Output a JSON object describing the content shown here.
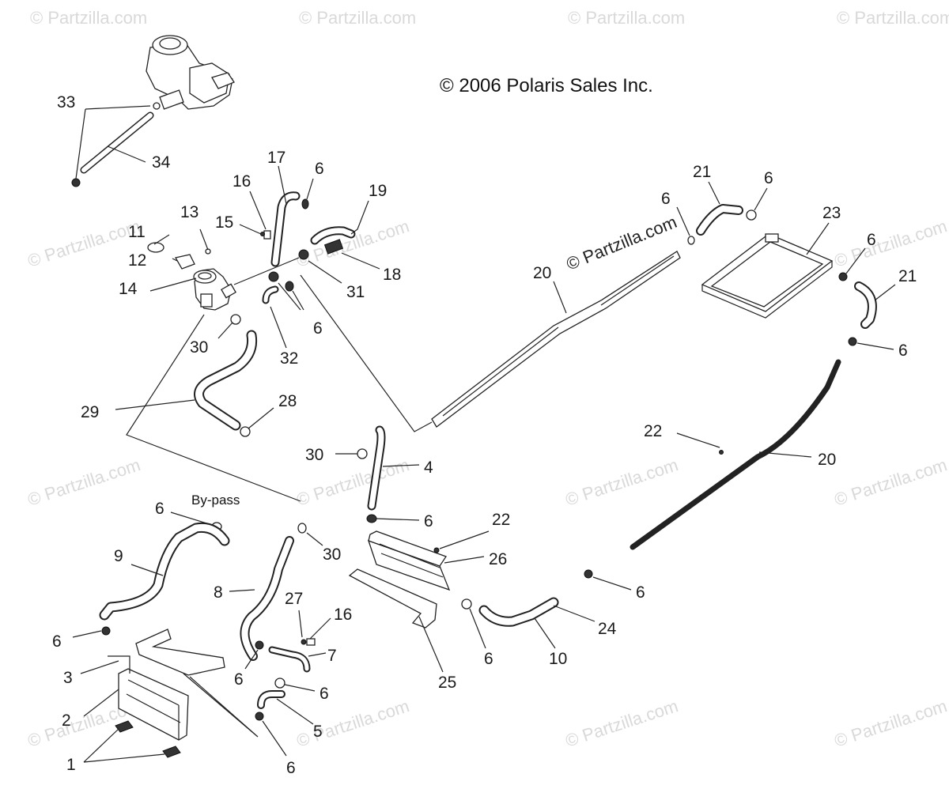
{
  "copyright": "© 2006 Polaris Sales Inc.",
  "bypass_label": "By-pass",
  "watermark_text": "© Partzilla.com",
  "callouts": {
    "c33": "33",
    "c34": "34",
    "c17": "17",
    "c16a": "16",
    "c15": "15",
    "c6a": "6",
    "c19": "19",
    "c18": "18",
    "c13": "13",
    "c11": "11",
    "c12": "12",
    "c14": "14",
    "c31": "31",
    "c6b": "6",
    "c30a": "30",
    "c32": "32",
    "c29": "29",
    "c28": "28",
    "c21a": "21",
    "c6c": "6",
    "c6d": "6",
    "c23": "23",
    "c6e": "6",
    "c21b": "21",
    "c6f": "6",
    "c20a": "20",
    "c22a": "22",
    "c20b": "20",
    "c30b": "30",
    "c4": "4",
    "c6g": "6",
    "c22b": "22",
    "c26": "26",
    "c6h": "6",
    "c9": "9",
    "c30c": "30",
    "c8": "8",
    "c27": "27",
    "c16b": "16",
    "c7": "7",
    "c6i": "6",
    "c6j": "6",
    "c6k": "6",
    "c3": "3",
    "c2": "2",
    "c1": "1",
    "c5": "5",
    "c6l": "6",
    "c25": "25",
    "c6m": "6",
    "c10": "10",
    "c24": "24",
    "c6n": "6"
  },
  "icons": [
    "surge-tank-icon",
    "radiator-icon",
    "oil-cooler-icon",
    "hose-icon",
    "clamp-icon",
    "thermostat-housing-icon"
  ]
}
